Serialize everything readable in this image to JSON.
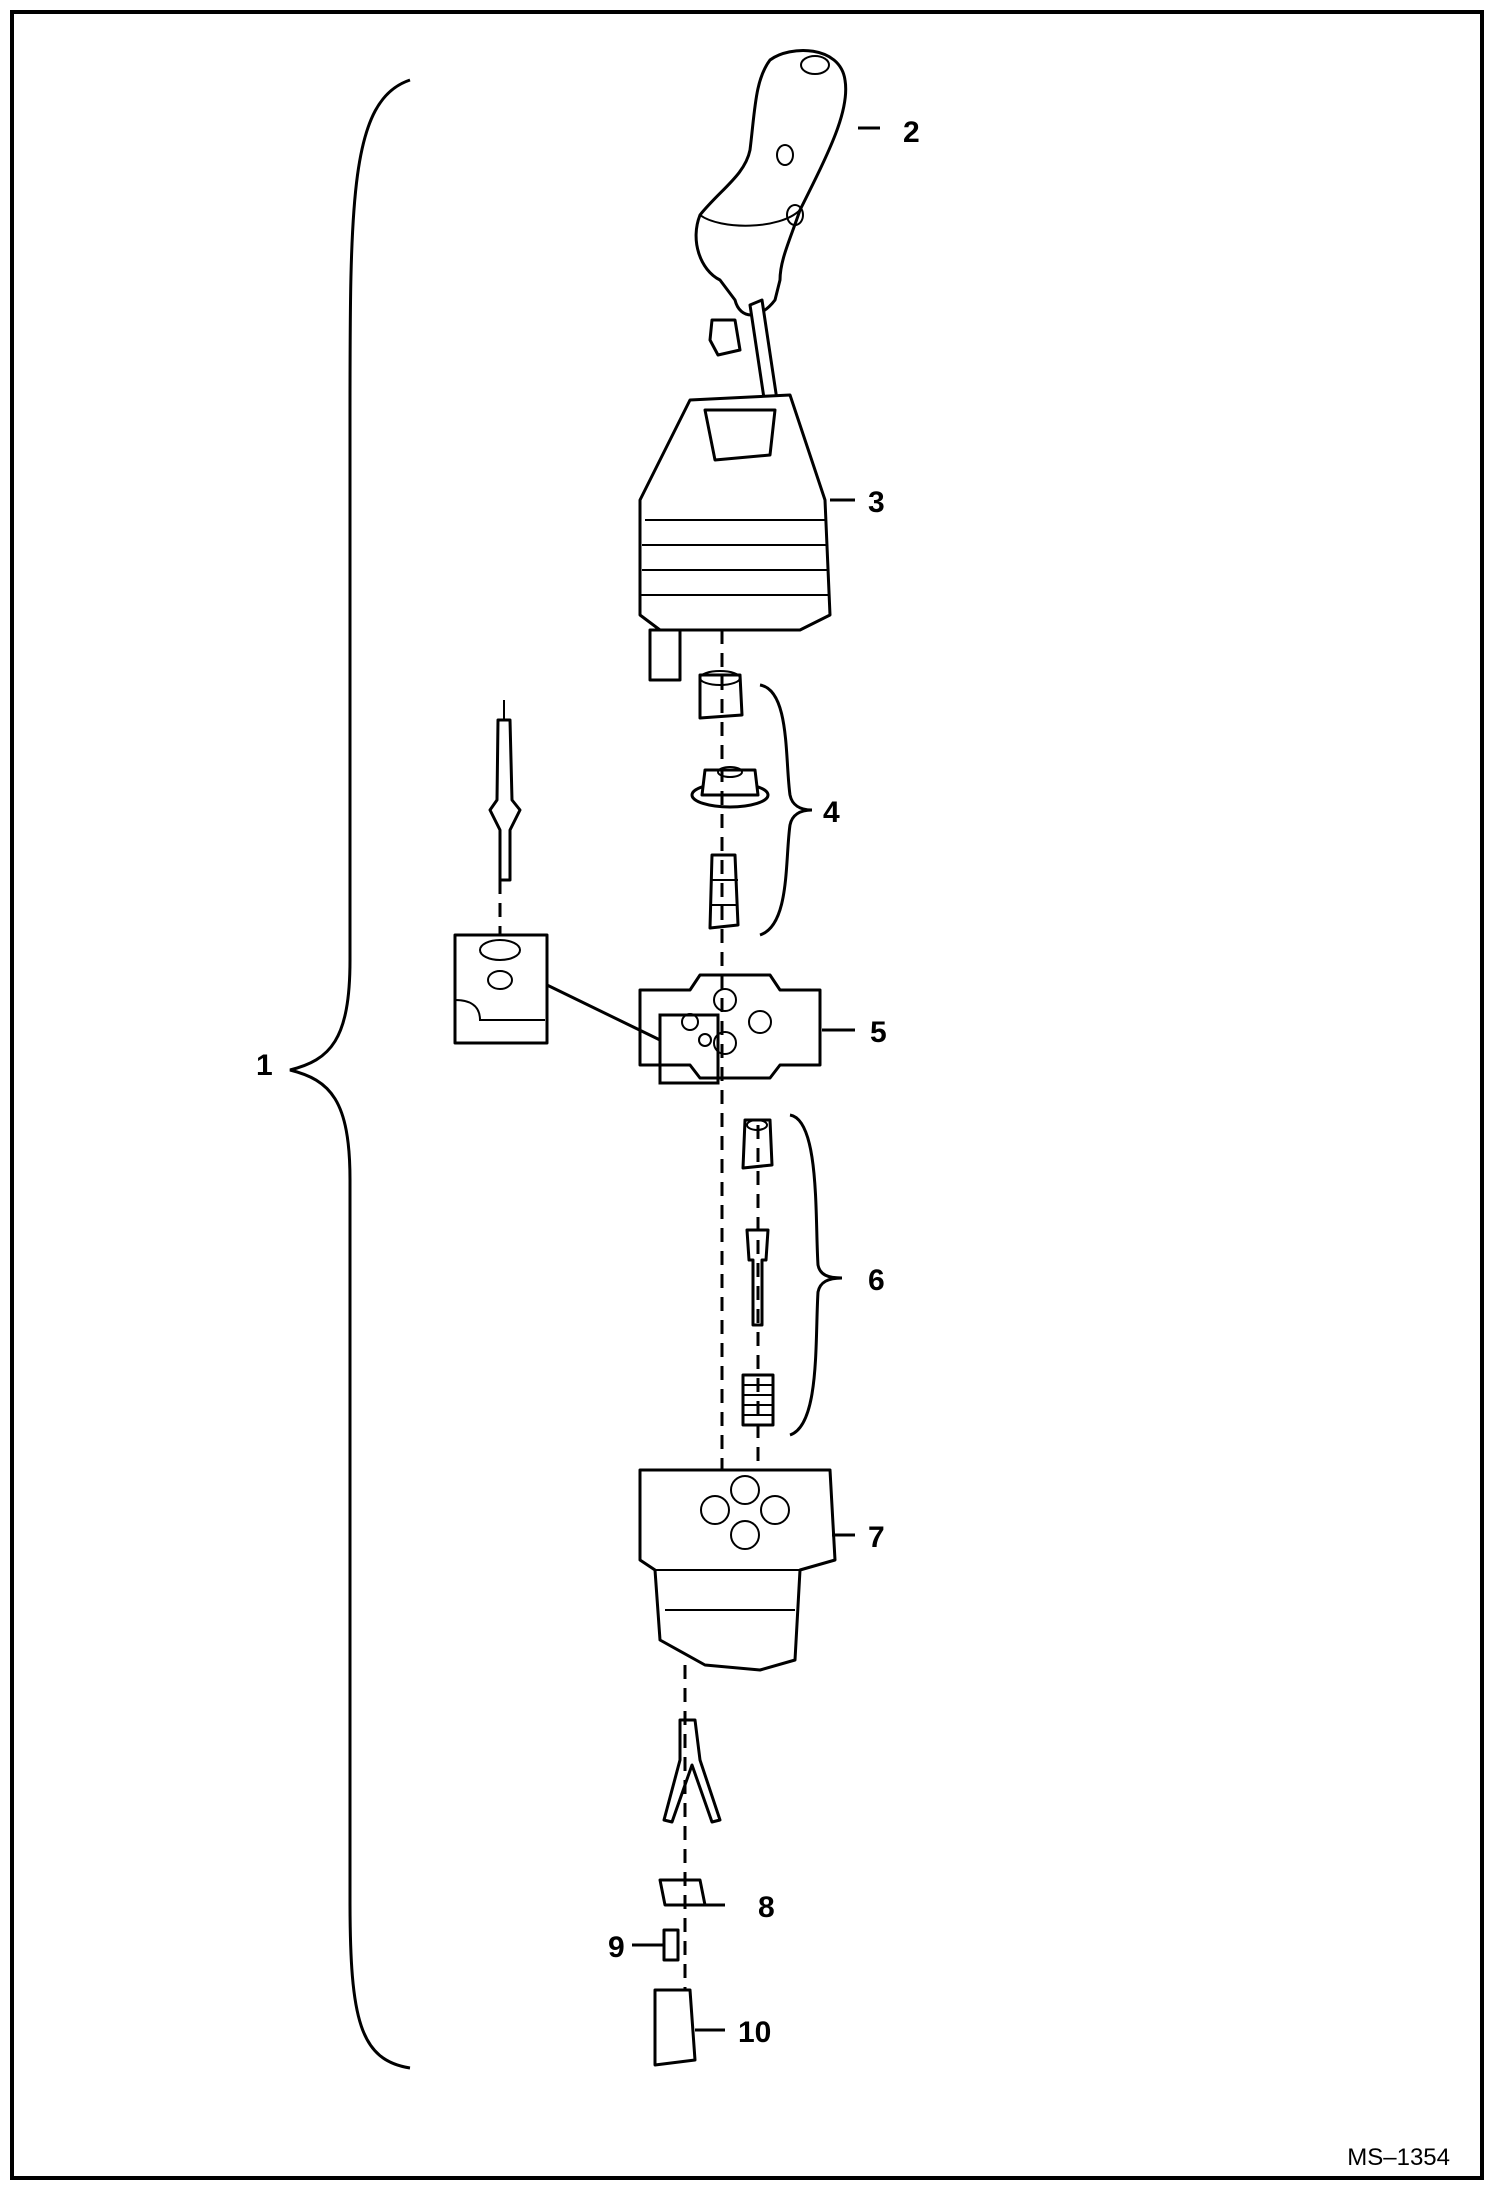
{
  "diagram": {
    "callouts": [
      "1",
      "2",
      "3",
      "4",
      "5",
      "6",
      "7",
      "8",
      "9",
      "10"
    ],
    "figure_ref": "MS–1354"
  }
}
